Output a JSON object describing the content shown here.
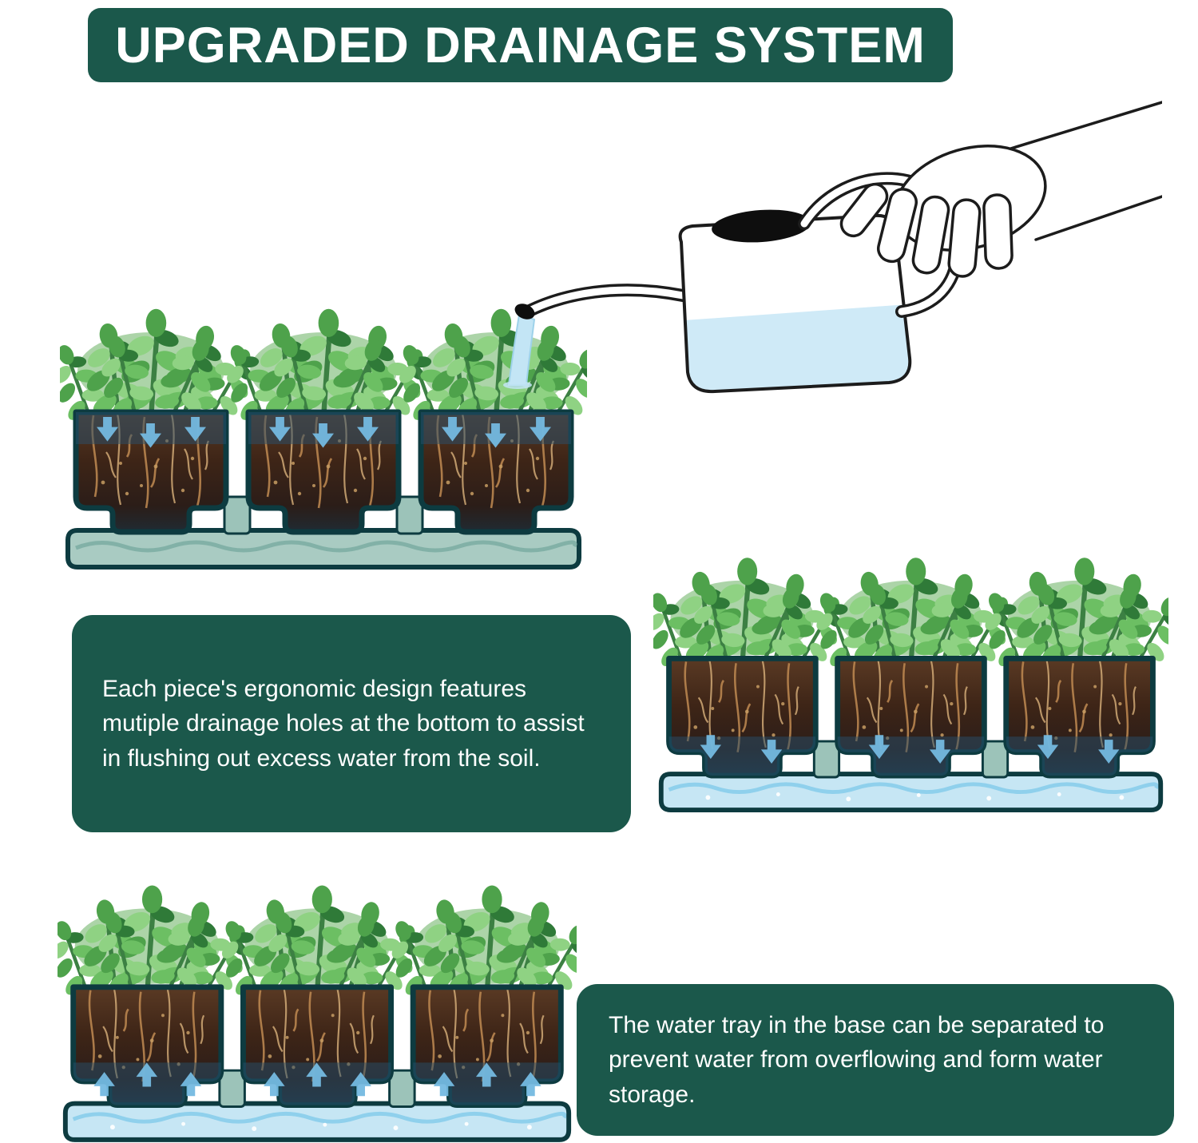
{
  "title": "UPGRADED DRAINAGE SYSTEM",
  "callouts": {
    "drainage": "Each piece's ergonomic design features mutiple drainage holes at the bottom to assist in flushing out excess water from the soil.",
    "tray": "The water tray in the base can be separated to prevent water from overflowing and form water storage."
  },
  "illustrations": {
    "watering_can": "hand pouring watering can onto planter",
    "planters": [
      {
        "name": "planter-cross-section-top",
        "arrows": "down-into-soil",
        "tray_water": false
      },
      {
        "name": "planter-cross-section-middle",
        "arrows": "down-through-drainage-holes",
        "tray_water": true
      },
      {
        "name": "planter-cross-section-bottom",
        "arrows": "up-from-water-tray",
        "tray_water": true
      }
    ]
  },
  "colors": {
    "banner_green": "#1b584b",
    "text_white": "#ffffff",
    "plant_green": "#6cbf63",
    "soil_brown": "#3e2517",
    "pot_outline_teal": "#0d3b40",
    "tray_teal": "#a9cbc2",
    "water_blue": "#c6e6f4",
    "arrow_blue": "#74b9e0"
  }
}
